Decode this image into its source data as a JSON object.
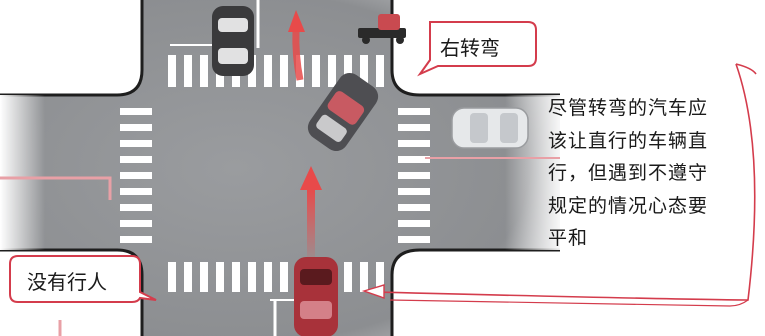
{
  "labels": {
    "right_turn": "右转弯",
    "no_pedestrian": "没有行人"
  },
  "note": {
    "lines": [
      "尽管转弯的汽车应",
      "该让直行的车辆直",
      "行，但遇到不遵守",
      "规定的情况心态要",
      "平和"
    ]
  },
  "colors": {
    "road": "#8f9194",
    "grass": "#ffffff",
    "curb": "#1e1e1e",
    "crosswalk": "#ffffff",
    "arrow": "#e84a4a",
    "car_red": "#a8323a",
    "car_gray": "#5a5a5c",
    "car_dark": "#3a3a3c",
    "car_white": "#e6e8ea",
    "callout_border": "#d43c4c"
  }
}
